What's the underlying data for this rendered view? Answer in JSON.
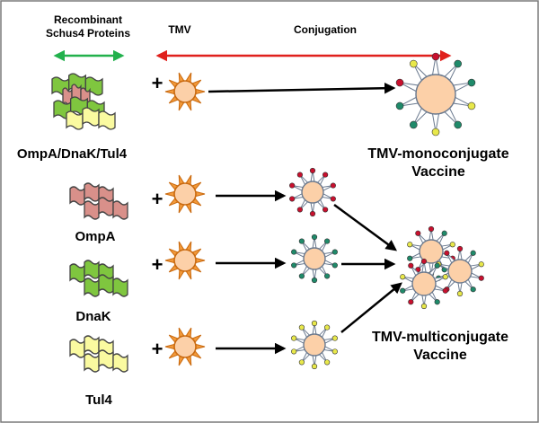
{
  "header": {
    "proteins_label_line1": "Recombinant",
    "proteins_label_line2": "Schus4 Proteins",
    "tmv_label": "TMV",
    "conjugation_label": "Conjugation"
  },
  "labels": {
    "combined_proteins": "OmpA/DnaK/Tul4",
    "mono_line1": "TMV-monoconjugate",
    "mono_line2": "Vaccine",
    "ompa": "OmpA",
    "dnak": "DnaK",
    "tul4": "Tul4",
    "multi_line1": "TMV-multiconjugate",
    "multi_line2": "Vaccine"
  },
  "symbols": {
    "plus": "+"
  },
  "colors": {
    "ompa_protein": "#d9908a",
    "dnak_protein": "#7fc63f",
    "tul4_protein": "#fafaa0",
    "tmv_body": "#fcd0a8",
    "tmv_spikes": "#f39a3a",
    "ompa_tip": "#c8102e",
    "dnak_tip": "#1f8a6a",
    "tul4_tip": "#e8e84a",
    "green_arrow": "#22b14c",
    "red_arrow": "#e0201c"
  }
}
